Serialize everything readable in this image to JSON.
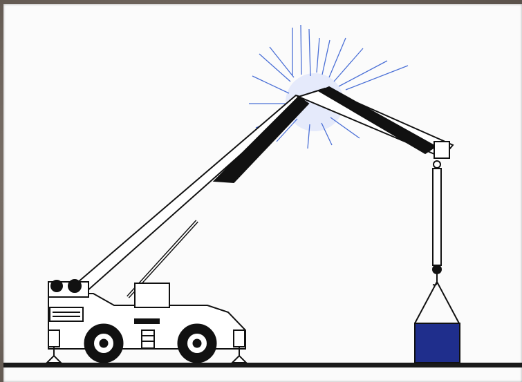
{
  "scene": {
    "subject": "crane-boom-touching-power-line",
    "colors": {
      "background": "#fbfbfb",
      "frame": "#6d635b",
      "ink": "#111111",
      "boom_dark": "#111111",
      "spark": "#4a6fd6",
      "load": "#1f2e8c",
      "ground": "#1a1a1a"
    },
    "icons": [
      "crane",
      "electric-spark",
      "load-box"
    ]
  }
}
